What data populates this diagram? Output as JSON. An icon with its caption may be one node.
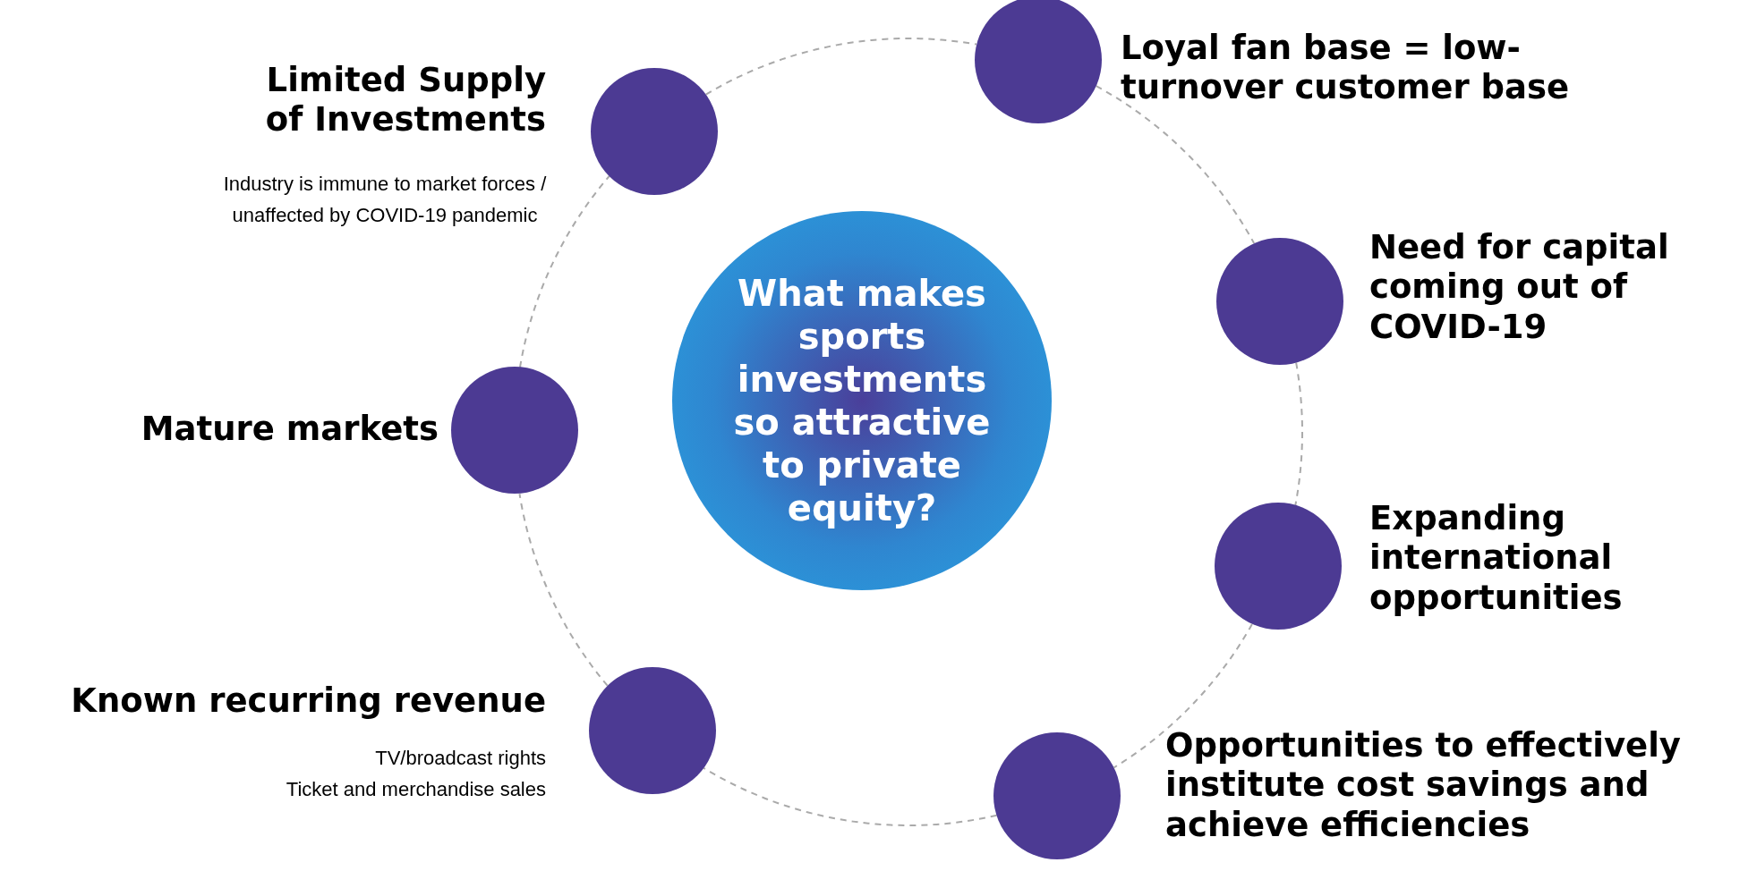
{
  "diagram": {
    "nodes": [
      {
        "text": [
          "What makes sports investments so attractive to private equity?"
        ]
      },
      {
        "text": [],
        "shape": "circle",
        "beside": [
          "Limited Supply of Investments",
          "Industry is immune to market forces / unaffected by COVID-19 pandemic"
        ]
      },
      {
        "text": [],
        "shape": "circle",
        "beside": [
          "Loyal fan base = low-turnover customer base"
        ]
      },
      {
        "text": [],
        "shape": "circle",
        "beside": [
          "Need for capital coming out of COVID-19"
        ]
      },
      {
        "text": [],
        "shape": "circle",
        "beside": [
          "Mature markets"
        ]
      },
      {
        "text": [],
        "shape": "circle",
        "beside": [
          "Expanding international opportunities"
        ]
      },
      {
        "text": [],
        "shape": "circle",
        "beside": [
          "Known recurring revenue",
          "TV/broadcast rights",
          "Ticket and merchandise sales"
        ]
      },
      {
        "text": [],
        "shape": "circle",
        "beside": [
          "Opportunities to effectively institute cost savings and achieve efficiencies"
        ]
      }
    ],
    "edges": [
      {
        "from": 1,
        "to": 2,
        "arrow": "none",
        "style": "dashed"
      },
      {
        "from": 2,
        "to": 3,
        "arrow": "none",
        "style": "dashed"
      },
      {
        "from": 3,
        "to": 5,
        "arrow": "none",
        "style": "dashed"
      },
      {
        "from": 5,
        "to": 7,
        "arrow": "none",
        "style": "dashed"
      },
      {
        "from": 7,
        "to": 6,
        "arrow": "none",
        "style": "dashed"
      },
      {
        "from": 6,
        "to": 4,
        "arrow": "none",
        "style": "dashed"
      },
      {
        "from": 4,
        "to": 1,
        "arrow": "none",
        "style": "dashed"
      }
    ]
  }
}
